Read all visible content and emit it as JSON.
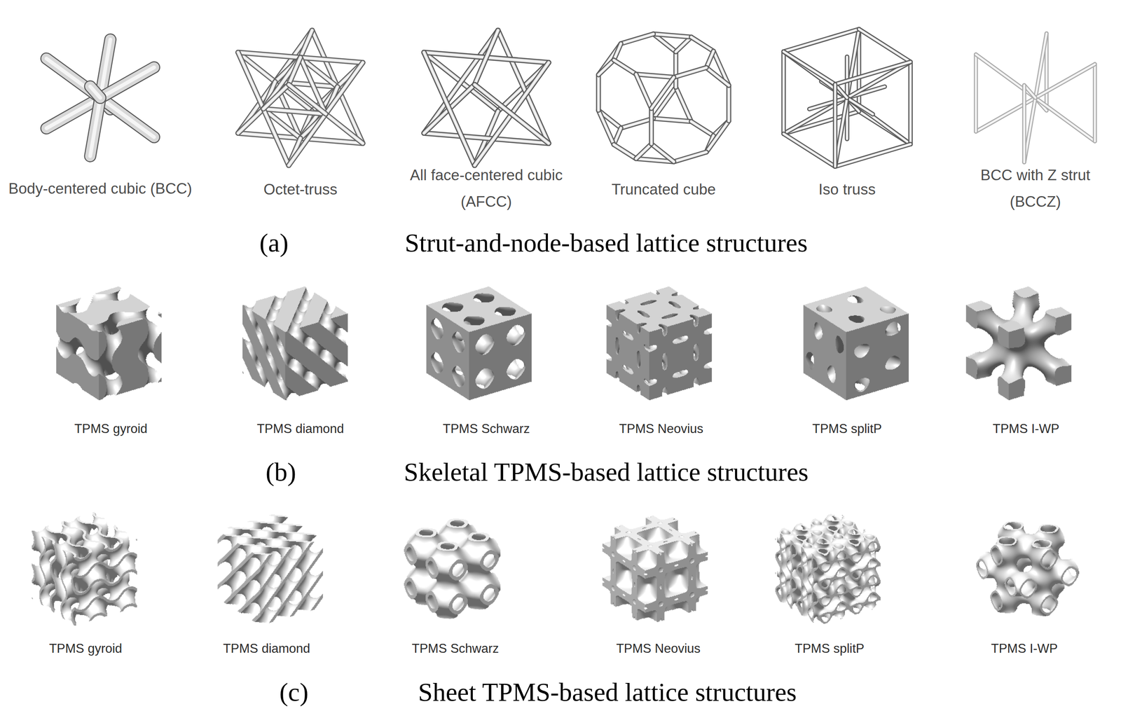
{
  "diagram": {
    "labels": [
      "Body-centered cubic (BCC)",
      "Octet-truss",
      "All face-centered cubic (AFCC)",
      "Truncated cube",
      "Iso truss",
      "BCC with Z strut (BCCZ)",
      "(a)",
      "Strut-and-node-based lattice structures",
      "TPMS gyroid",
      "TPMS diamond",
      "TPMS Schwarz",
      "TPMS Neovius",
      "TPMS splitP",
      "TPMS I-WP",
      "(b)",
      "Skeletal TPMS-based lattice structures",
      "TPMS gyroid",
      "TPMS diamond",
      "TPMS Schwarz",
      "TPMS Neovius",
      "TPMS splitP",
      "TPMS I-WP",
      "(c)",
      "Sheet TPMS-based lattice structures"
    ]
  }
}
